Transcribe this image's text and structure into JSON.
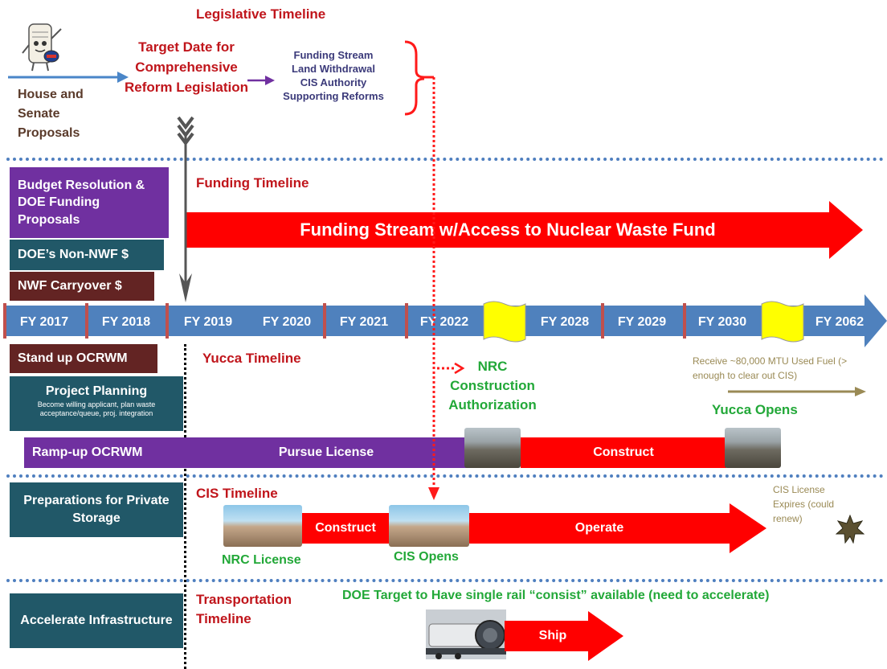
{
  "legislative": {
    "title": "Legislative Timeline",
    "proposals": "House and Senate Proposals",
    "target_date": "Target Date for Comprehensive Reform Legislation",
    "items": [
      "Funding Stream",
      "Land Withdrawal",
      "CIS Authority",
      "Supporting Reforms"
    ]
  },
  "funding": {
    "title": "Funding Timeline",
    "budget_box": "Budget Resolution & DOE Funding Proposals",
    "non_nwf_box": "DOE’s Non-NWF $",
    "carryover_box": "NWF Carryover $",
    "stream_arrow": "Funding Stream w/Access to Nuclear Waste Fund"
  },
  "fiscal_axis": {
    "labels": [
      "FY 2017",
      "FY 2018",
      "FY 2019",
      "FY 2020",
      "FY 2021",
      "FY 2022",
      "FY 2028",
      "FY 2029",
      "FY 2030",
      "FY 2062"
    ]
  },
  "yucca": {
    "title": "Yucca Timeline",
    "standup_box": "Stand up OCRWM",
    "planning_title": "Project Planning",
    "planning_detail": "Become willing applicant, plan waste acceptance/queue, proj. integration",
    "rampup_box": "Ramp-up OCRWM",
    "pursue_license": "Pursue License",
    "construct": "Construct",
    "nrc_authorization": "NRC Construction Authorization",
    "receive_fuel": "Receive ~80,000 MTU Used Fuel (> enough to clear out CIS)",
    "opens": "Yucca Opens"
  },
  "cis": {
    "title": "CIS Timeline",
    "prep_box": "Preparations for Private Storage",
    "construct": "Construct",
    "operate": "Operate",
    "nrc_license": "NRC License",
    "opens": "CIS Opens",
    "license_expires": "CIS License Expires (could renew)"
  },
  "transportation": {
    "title": "Transportation Timeline",
    "infra_box": "Accelerate Infrastructure",
    "target": "DOE Target to Have single rail “consist” available (need to accelerate)",
    "ship": "Ship"
  },
  "colors": {
    "red_arrow": "#ff0000",
    "purple": "#7030a0",
    "teal": "#215868",
    "maroon": "#632423",
    "axis_blue": "#4f81bd",
    "title_red": "#c0151b",
    "green": "#22a838"
  }
}
